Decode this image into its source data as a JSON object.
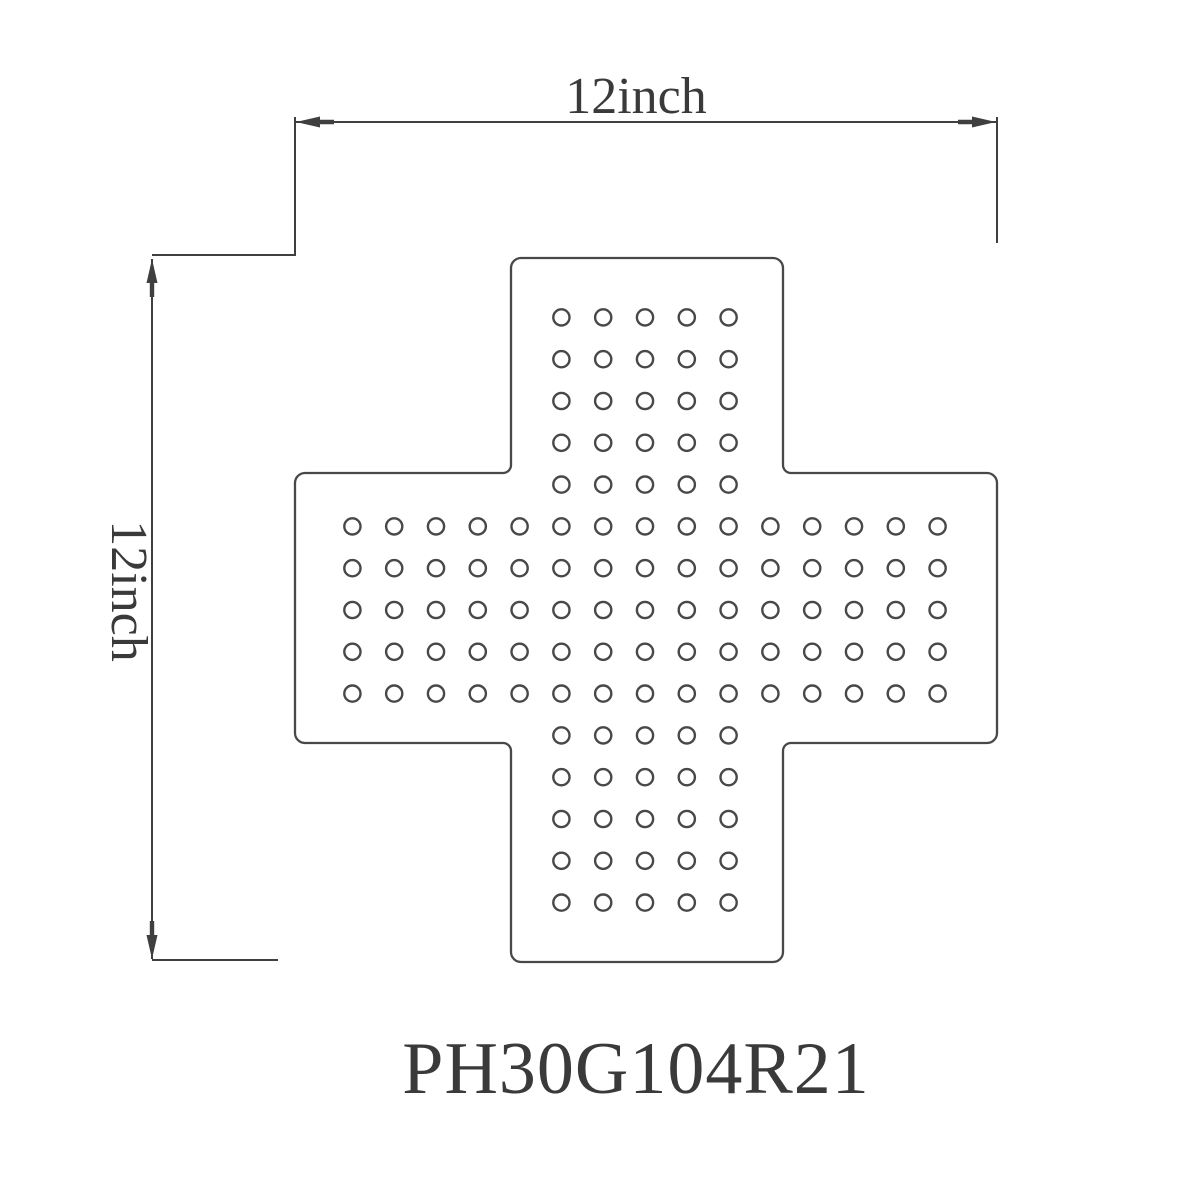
{
  "drawing": {
    "part_number": "PH30G104R21",
    "shape": "cross-plate",
    "dimensions": {
      "width_label": "12inch",
      "height_label": "12inch"
    },
    "holes": {
      "grid_cols": 15,
      "grid_rows": 15,
      "vertical_band_col_start": 5,
      "vertical_band_col_end": 9,
      "horizontal_band_row_start": 5,
      "horizontal_band_row_end": 9,
      "total_holes": 125
    },
    "colors": {
      "background": "#ffffff",
      "outline": "#484848",
      "dimension": "#3f3f3f",
      "text": "#3a3a3a"
    }
  }
}
